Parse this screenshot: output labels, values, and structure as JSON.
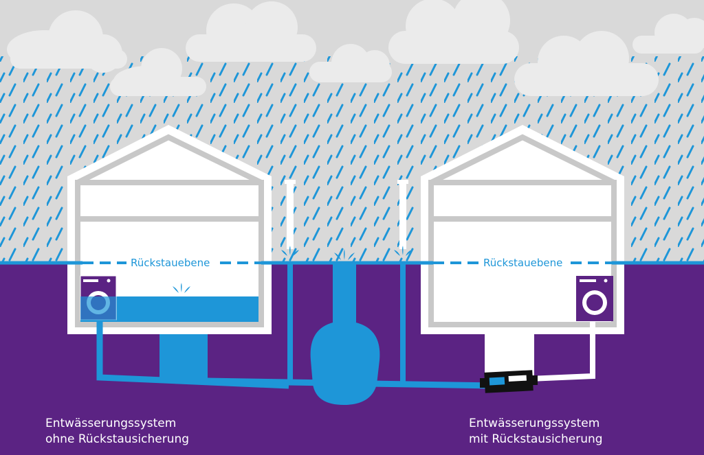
{
  "colors": {
    "sky": "#d9d9d9",
    "cloud": "#ebebeb",
    "rain": "#1e96d8",
    "ground": "#5b2383",
    "house": "#ffffff",
    "wall_inner": "#c8c8c8",
    "water": "#1e96d8",
    "valve": "#111111"
  },
  "icons": [
    "washing-machine-icon",
    "water-splash-icon",
    "backflow-valve-icon"
  ],
  "labels": {
    "backflow_level_left": "Rückstauebene",
    "backflow_level_right": "Rückstauebene",
    "caption_left_line1": "Entwässerungssystem",
    "caption_left_line2": "ohne Rückstausicherung",
    "caption_right_line1": "Entwässerungssystem",
    "caption_right_line2": "mit Rückstausicherung"
  }
}
